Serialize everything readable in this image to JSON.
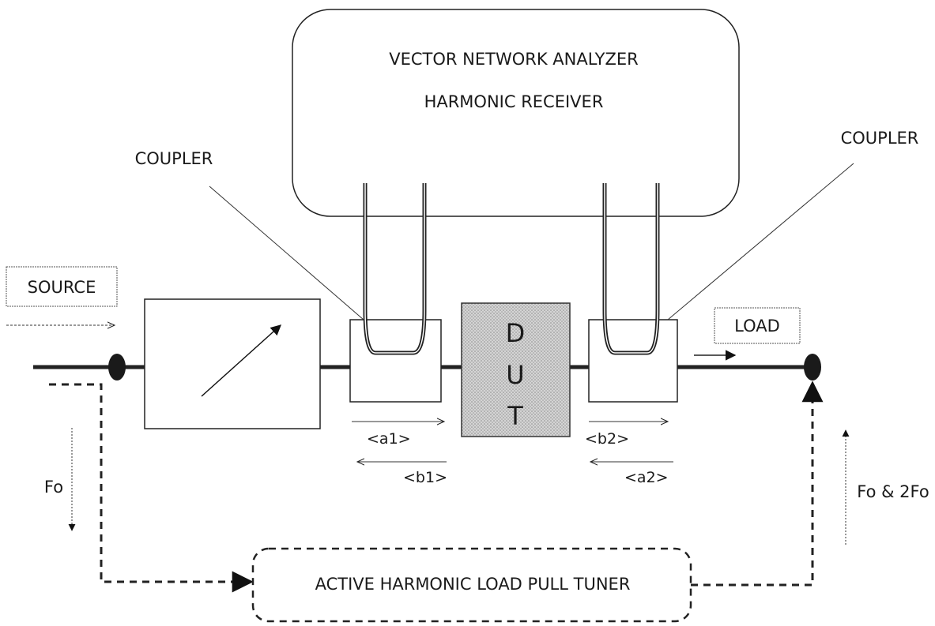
{
  "vna": {
    "title": "VECTOR NETWORK ANALYZER",
    "subtitle": "HARMONIC RECEIVER"
  },
  "couplers": {
    "left_label": "COUPLER",
    "right_label": "COUPLER"
  },
  "source": {
    "label": "SOURCE"
  },
  "load": {
    "label": "LOAD"
  },
  "dut": {
    "letters": [
      "D",
      "U",
      "T"
    ]
  },
  "waves": {
    "a1": "<a1>",
    "b1": "<b1>",
    "b2": "<b2>",
    "a2": "<a2>"
  },
  "signals": {
    "fo": "Fo",
    "fo_2fo": "Fo & 2Fo"
  },
  "tuner": {
    "label": "ACTIVE HARMONIC LOAD PULL TUNER"
  }
}
